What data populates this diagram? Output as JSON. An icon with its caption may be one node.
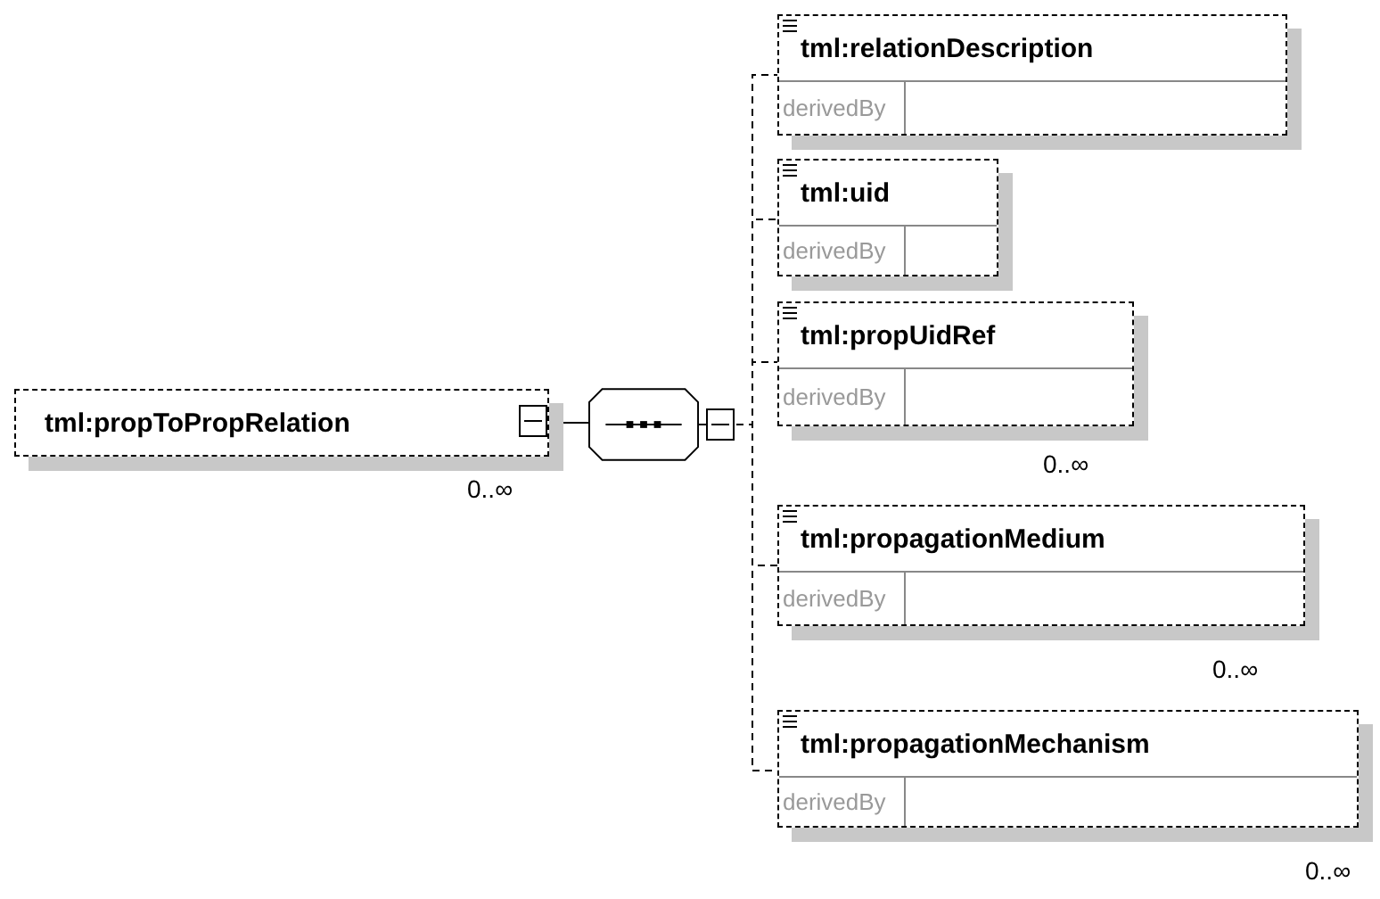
{
  "diagram": {
    "nodes": [
      {
        "text": [
          "tml:propToPropRelation"
        ],
        "beside": [
          "0..∞"
        ]
      },
      {
        "text": [],
        "shape": "octagon"
      },
      {
        "text": [
          "tml:relationDescription",
          "derivedBy"
        ]
      },
      {
        "text": [
          "tml:uid",
          "derivedBy"
        ]
      },
      {
        "text": [
          "tml:propUidRef",
          "derivedBy"
        ],
        "beside": [
          "0..∞"
        ]
      },
      {
        "text": [
          "tml:propagationMedium",
          "derivedBy"
        ],
        "beside": [
          "0..∞"
        ]
      },
      {
        "text": [
          "tml:propagationMechanism",
          "derivedBy"
        ],
        "beside": [
          "0..∞"
        ]
      }
    ],
    "edges": [
      {
        "from": 0,
        "to": 1,
        "arrow": "none"
      },
      {
        "from": 1,
        "to": 2,
        "arrow": "none",
        "style": "dashed"
      },
      {
        "from": 1,
        "to": 3,
        "arrow": "none",
        "style": "dashed"
      },
      {
        "from": 1,
        "to": 4,
        "arrow": "none",
        "style": "dashed"
      },
      {
        "from": 1,
        "to": 5,
        "arrow": "none",
        "style": "dashed"
      },
      {
        "from": 1,
        "to": 6,
        "arrow": "none",
        "style": "dashed"
      }
    ]
  }
}
